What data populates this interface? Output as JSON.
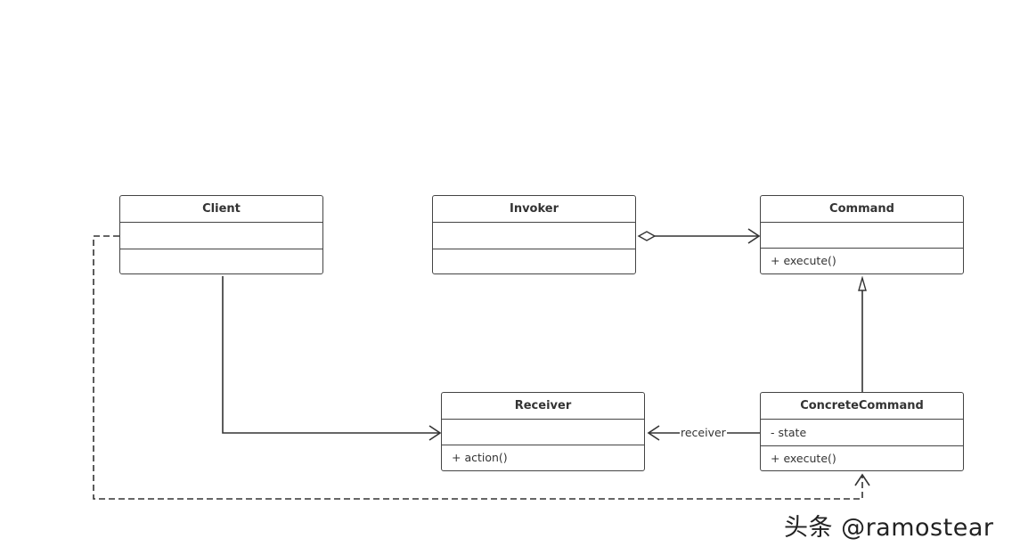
{
  "classes": {
    "client": {
      "name": "Client",
      "attributes": "",
      "operations": ""
    },
    "invoker": {
      "name": "Invoker",
      "attributes": "",
      "operations": ""
    },
    "command": {
      "name": "Command",
      "attributes": "",
      "operations": "+ execute()"
    },
    "receiver": {
      "name": "Receiver",
      "attributes": "",
      "operations": "+ action()"
    },
    "concrete_command": {
      "name": "ConcreteCommand",
      "attributes": "- state",
      "operations": "+ execute()"
    }
  },
  "relations": {
    "receiver_label": "receiver"
  },
  "watermark": "头条 @ramostear"
}
